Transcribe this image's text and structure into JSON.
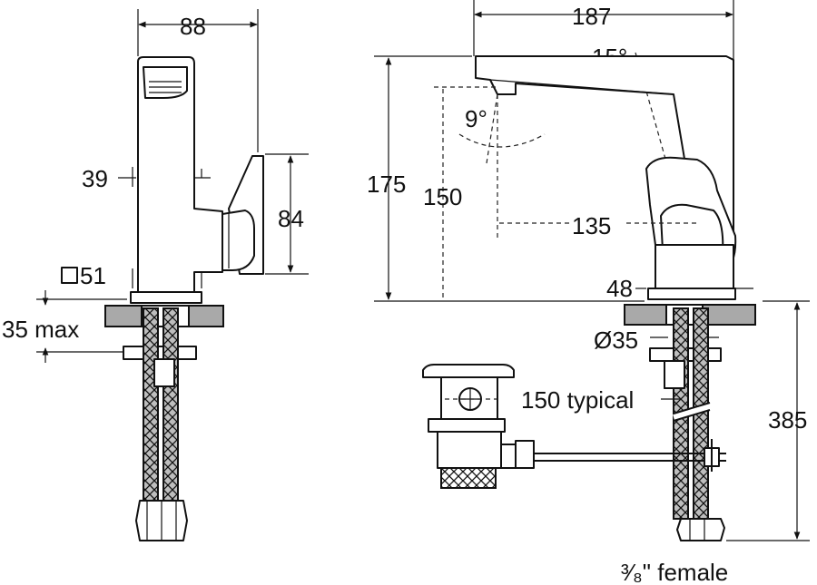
{
  "dimensions": {
    "side_width": "88",
    "lever_height": "39",
    "lever_length": "84",
    "base_square": "51",
    "deck_thickness": "35 max",
    "overall_length": "187",
    "spout_angle": "15°",
    "spout_tilt": "9°",
    "overall_height": "175",
    "outlet_height": "150",
    "projection": "135",
    "base_height": "48",
    "shank_diameter": "Ø35",
    "waste_spacing": "150 typical",
    "hose_length": "385",
    "connection": "³⁄₈\" female"
  }
}
